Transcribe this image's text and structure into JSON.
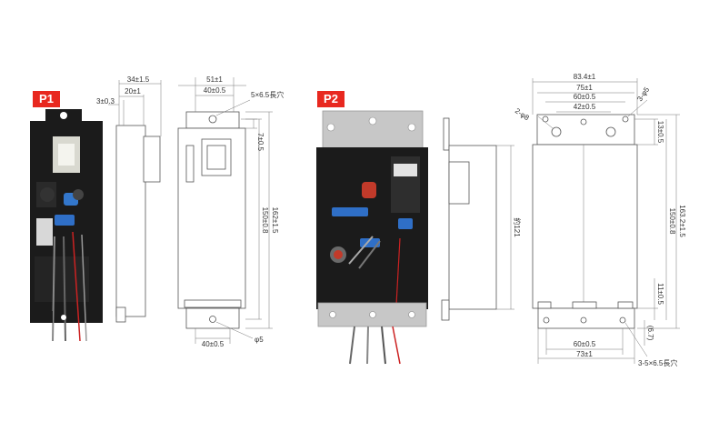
{
  "colors": {
    "tag_bg": "#e8281f",
    "board": "#1b1b1b",
    "plate": "#c7c7c7"
  },
  "panels": {
    "p1": {
      "tag": "P1",
      "side": {
        "d1": "34±1.5",
        "d2": "20±1",
        "d3": "3±0.3"
      },
      "front": {
        "d1": "51±1",
        "d2": "40±0.5",
        "d3": "5×6.5長穴",
        "d4": "7±0.5",
        "d5": "162±1.5",
        "d6": "150±0.8",
        "d7": "40±0.5",
        "d8": "φ5"
      }
    },
    "p2": {
      "tag": "P2",
      "side": {
        "d1": "約121"
      },
      "front": {
        "d1": "83.4±1",
        "d2": "75±1",
        "d3": "60±0.5",
        "d4": "42±0.5",
        "d5": "2-φ8",
        "d6": "3-φ5",
        "d7": "13±0.5",
        "d8": "163.2±1.5",
        "d9": "150±0.8",
        "d10": "11±0.5",
        "d11": "(6.7)",
        "d12": "60±0.5",
        "d13": "73±1",
        "d14": "3-5×6.5長穴"
      }
    }
  }
}
